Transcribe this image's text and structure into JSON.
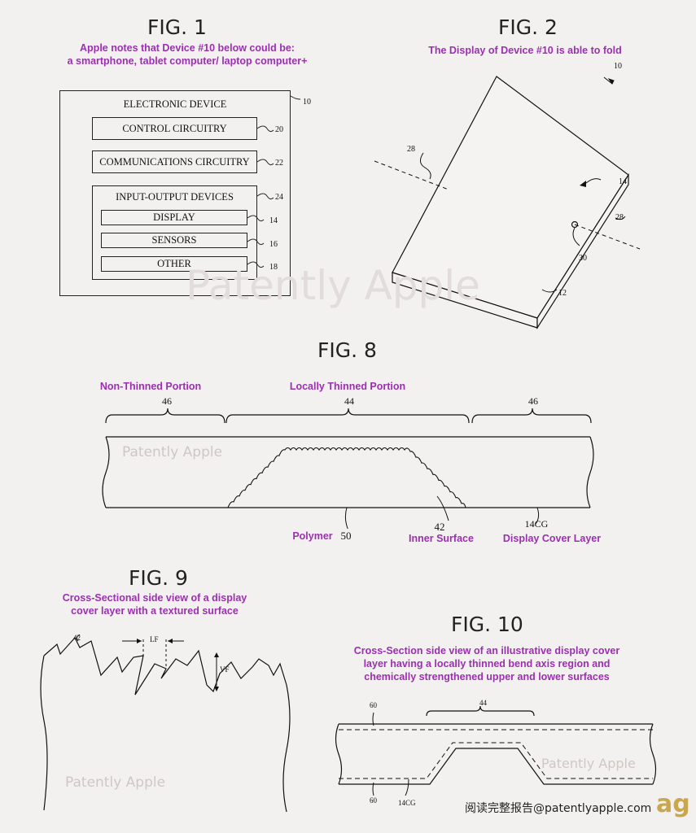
{
  "fig1": {
    "title": "FIG. 1",
    "note": "Apple notes that Device #10 below could be:\na smartphone, tablet computer/ laptop computer+",
    "device_label": "ELECTRONIC DEVICE",
    "device_ref": "10",
    "control_label": "CONTROL CIRCUITRY",
    "control_ref": "20",
    "comm_label": "COMMUNICATIONS CIRCUITRY",
    "comm_ref": "22",
    "io_label": "INPUT-OUTPUT DEVICES",
    "io_ref": "24",
    "display_label": "DISPLAY",
    "display_ref": "14",
    "sensors_label": "SENSORS",
    "sensors_ref": "16",
    "other_label": "OTHER",
    "other_ref": "18"
  },
  "fig2": {
    "title": "FIG. 2",
    "note": "The Display of Device #10 is able to fold",
    "ref_device": "10",
    "ref_axis_left": "28",
    "ref_axis_right": "28",
    "ref_display": "14",
    "ref_hinge": "30",
    "ref_housing": "12"
  },
  "fig8": {
    "title": "FIG. 8",
    "label_non_thinned": "Non-Thinned Portion",
    "label_thinned": "Locally Thinned Portion",
    "ref_left": "46",
    "ref_mid": "44",
    "ref_right": "46",
    "label_polymer": "Polymer",
    "ref_polymer": "50",
    "ref_inner": "42",
    "label_inner": "Inner Surface",
    "ref_cover": "14CG",
    "label_cover": "Display Cover Layer"
  },
  "fig9": {
    "title": "FIG. 9",
    "note": "Cross-Sectional side view of a display\ncover layer with a textured surface",
    "ref_42": "42",
    "ref_lf": "LF",
    "ref_vf": "VF"
  },
  "fig10": {
    "title": "FIG. 10",
    "note": "Cross-Section side view of an illustrative display cover\nlayer having a locally thinned bend axis region and\nchemically strengthened upper and lower surfaces",
    "ref_44": "44",
    "ref_60_top": "60",
    "ref_60_bottom": "60",
    "ref_14cg": "14CG"
  },
  "watermarks": {
    "main": "Patently Apple",
    "fig8": "Patently Apple",
    "fig9": "Patently Apple",
    "fig10": "Patently Apple"
  },
  "footer": {
    "text": "阅读完整报告@patentlyapple.com",
    "logo": "ag"
  }
}
